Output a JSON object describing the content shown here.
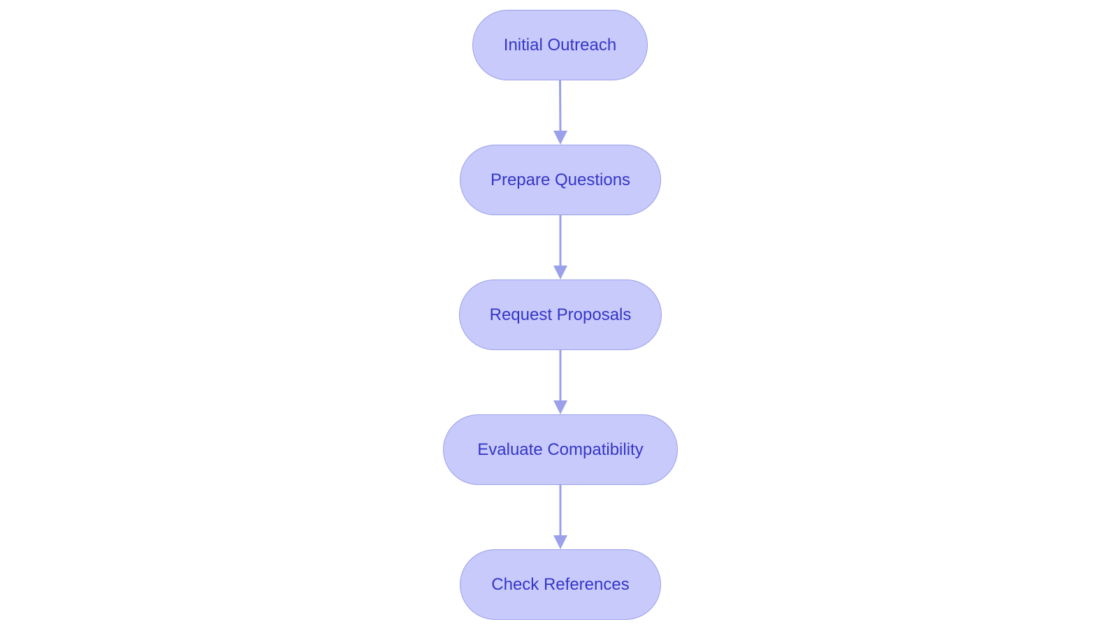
{
  "colors": {
    "node_fill": "#c8cafc",
    "node_border": "#9aa0ea",
    "node_text": "#3436c8",
    "edge": "#9aa0ea"
  },
  "nodes": [
    {
      "id": "initial-outreach",
      "label": "Initial Outreach"
    },
    {
      "id": "prepare-questions",
      "label": "Prepare Questions"
    },
    {
      "id": "request-proposals",
      "label": "Request Proposals"
    },
    {
      "id": "evaluate-compatibility",
      "label": "Evaluate Compatibility"
    },
    {
      "id": "check-references",
      "label": "Check References"
    }
  ],
  "edges": [
    {
      "from": "initial-outreach",
      "to": "prepare-questions"
    },
    {
      "from": "prepare-questions",
      "to": "request-proposals"
    },
    {
      "from": "request-proposals",
      "to": "evaluate-compatibility"
    },
    {
      "from": "evaluate-compatibility",
      "to": "check-references"
    }
  ]
}
